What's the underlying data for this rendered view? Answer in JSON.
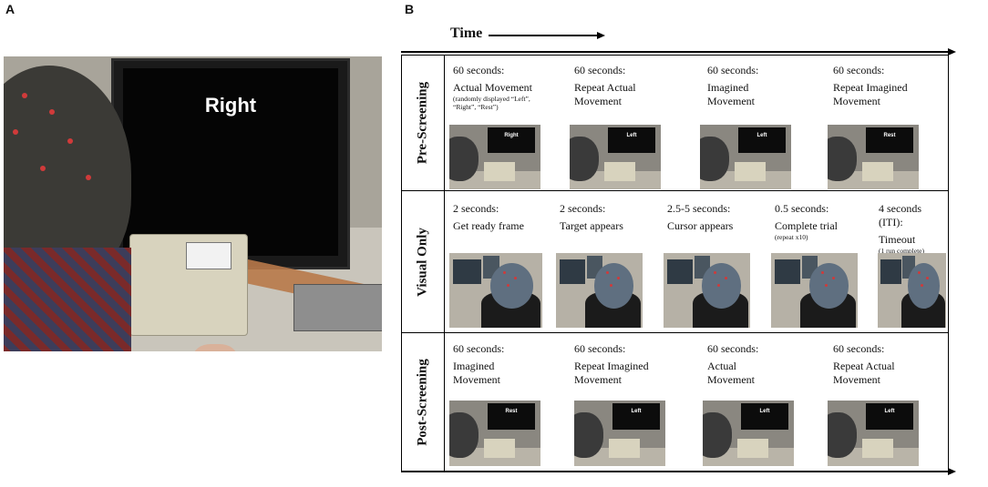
{
  "panel_a": {
    "letter": "A",
    "screen_text": "Right"
  },
  "panel_b": {
    "letter": "B",
    "time_label": "Time",
    "rows": [
      {
        "label": "Pre-Screening",
        "steps": [
          {
            "seconds": "60 seconds:",
            "desc": "Actual Movement",
            "note": "(randomly displayed “Left”, “Right”, “Rest”)",
            "screen": "Right"
          },
          {
            "seconds": "60 seconds:",
            "desc": "Repeat Actual Movement",
            "note": "",
            "screen": "Left"
          },
          {
            "seconds": "60 seconds:",
            "desc": "Imagined Movement",
            "note": "",
            "screen": "Left"
          },
          {
            "seconds": "60 seconds:",
            "desc": "Repeat Imagined Movement",
            "note": "",
            "screen": "Rest"
          }
        ]
      },
      {
        "label": "Visual Only",
        "steps": [
          {
            "seconds": "2 seconds:",
            "desc": "Get ready frame",
            "note": ""
          },
          {
            "seconds": "2 seconds:",
            "desc": "Target appears",
            "note": ""
          },
          {
            "seconds": "2.5-5 seconds:",
            "desc": "Cursor appears",
            "note": ""
          },
          {
            "seconds": "0.5 seconds:",
            "desc": "Complete trial",
            "note": "(repeat x10)"
          },
          {
            "seconds": "4 seconds (ITI):",
            "desc": "Timeout",
            "note": "(1 run complete)"
          }
        ]
      },
      {
        "label": "Post-Screening",
        "steps": [
          {
            "seconds": "60 seconds:",
            "desc": "Imagined Movement",
            "note": "",
            "screen": "Rest"
          },
          {
            "seconds": "60 seconds:",
            "desc": "Repeat Imagined Movement",
            "note": "",
            "screen": "Left"
          },
          {
            "seconds": "60 seconds:",
            "desc": "Actual Movement",
            "note": "",
            "screen": "Left"
          },
          {
            "seconds": "60 seconds:",
            "desc": "Repeat Actual Movement",
            "note": "",
            "screen": "Left"
          }
        ]
      }
    ]
  }
}
